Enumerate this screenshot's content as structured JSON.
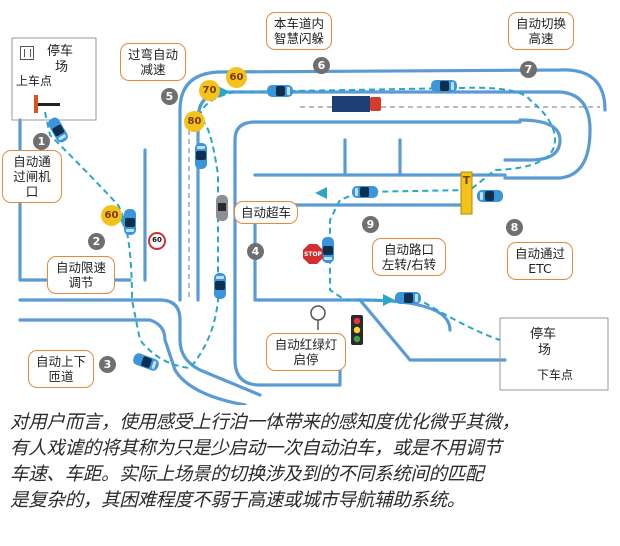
{
  "parking_top": {
    "title_line1": "停车",
    "title_line2": "场",
    "pickup": "上车点",
    "icon": "parking-grid-icon"
  },
  "parking_bottom": {
    "title_line1": "停车",
    "title_line2": "场",
    "dropoff": "下车点"
  },
  "speed_badges": [
    "60",
    "80",
    "70",
    "60"
  ],
  "speed_sign": "60",
  "stop_sign": "STOP",
  "toll_gate_letter": "T",
  "steps": [
    {
      "num": "1",
      "label_lines": [
        "自动通",
        "过闸机",
        "口"
      ]
    },
    {
      "num": "2",
      "label_lines": [
        "自动限速",
        "调节"
      ]
    },
    {
      "num": "3",
      "label_lines": [
        "自动上下",
        "匝道"
      ]
    },
    {
      "num": "4",
      "label_lines": [
        "自动超车"
      ]
    },
    {
      "num": "5",
      "label_lines": [
        "过弯自动",
        "减速"
      ]
    },
    {
      "num": "6",
      "label_lines": [
        "本车道内",
        "智慧闪躲"
      ]
    },
    {
      "num": "7",
      "label_lines": [
        "自动切换",
        "高速"
      ]
    },
    {
      "num": "8",
      "label_lines": [
        "自动通过",
        "ETC"
      ]
    },
    {
      "num": "9",
      "label_lines": [
        "自动路口",
        "左转/右转"
      ]
    },
    {
      "num": "",
      "label_lines": [
        "自动红绿灯",
        "启停"
      ]
    }
  ],
  "caption": [
    "对用户而言，使用感受上行泊一体带来的感知度优化微乎其微，",
    "有人戏谑的将其称为只是少启动一次自动泊车，或是不用调节",
    "车速、车距。实际上场景的切换涉及到的不同系统间的匹配",
    "是复杂的，其困难程度不弱于高速或城市导航辅助系统。"
  ],
  "colors": {
    "road": "#5a9bd5",
    "route": "#2aa7c8",
    "callout_border": "#e6893a",
    "speed_badge": "#f4c21b",
    "step_circle": "#6f6f6f",
    "car": "#3b95d9"
  }
}
